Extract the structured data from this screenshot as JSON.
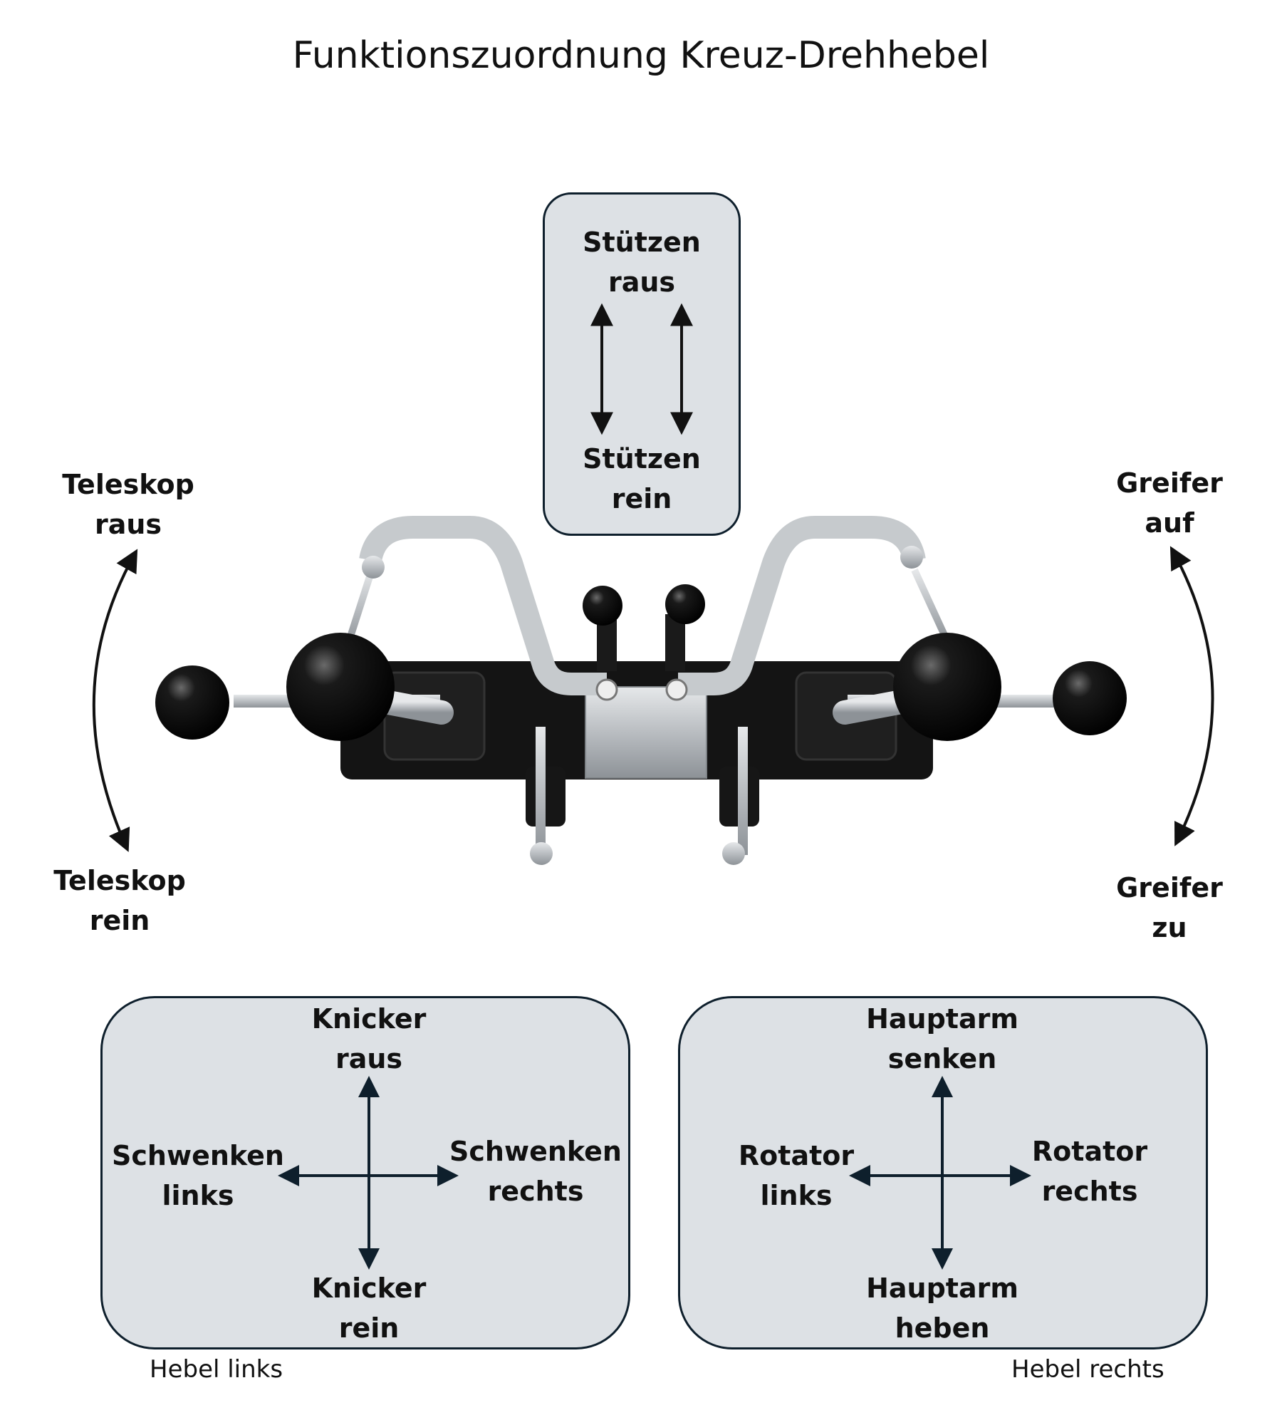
{
  "title": "Funktionszuordnung Kreuz-Drehhebel",
  "top_box": {
    "top_line1": "Stützen",
    "top_line2": "raus",
    "bottom_line1": "Stützen",
    "bottom_line2": "rein"
  },
  "left_arc": {
    "top_line1": "Teleskop",
    "top_line2": "raus",
    "bottom_line1": "Teleskop",
    "bottom_line2": "rein"
  },
  "right_arc": {
    "top_line1": "Greifer",
    "top_line2": "auf",
    "bottom_line1": "Greifer",
    "bottom_line2": "zu"
  },
  "left_lever": {
    "up_line1": "Knicker",
    "up_line2": "raus",
    "down_line1": "Knicker",
    "down_line2": "rein",
    "left_line1": "Schwenken",
    "left_line2": "links",
    "right_line1": "Schwenken",
    "right_line2": "rechts",
    "caption": "Hebel links"
  },
  "right_lever": {
    "up_line1": "Hauptarm",
    "up_line2": "senken",
    "down_line1": "Hauptarm",
    "down_line2": "heben",
    "left_line1": "Rotator",
    "left_line2": "links",
    "right_line1": "Rotator",
    "right_line2": "rechts",
    "caption": "Hebel rechts"
  },
  "colors": {
    "box_fill": "#dde1e5",
    "box_stroke": "#0e1f2c",
    "arrow": "#0e1f2c"
  }
}
